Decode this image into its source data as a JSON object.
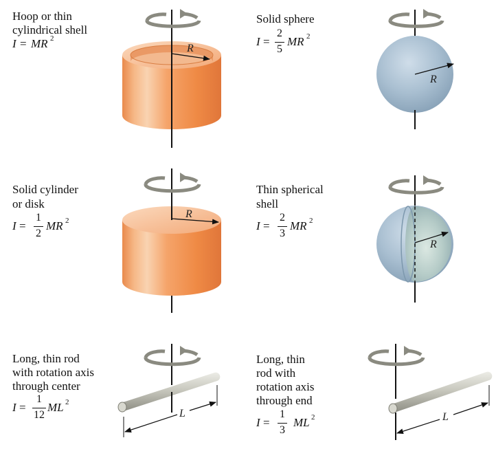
{
  "panels": [
    {
      "lines": [
        "Hoop or thin",
        "cylindrical shell"
      ],
      "formula": {
        "lhs": "I",
        "eq": "=",
        "coef": "",
        "body": "MR",
        "exp": "2"
      },
      "label": "R"
    },
    {
      "lines": [
        "Solid sphere"
      ],
      "formula": {
        "lhs": "I",
        "eq": "=",
        "num": "2",
        "den": "5",
        "body": "MR",
        "exp": "2"
      },
      "label": "R"
    },
    {
      "lines": [
        "Solid cylinder",
        "or disk"
      ],
      "formula": {
        "lhs": "I",
        "eq": "=",
        "num": "1",
        "den": "2",
        "body": "MR",
        "exp": "2"
      },
      "label": "R"
    },
    {
      "lines": [
        "Thin spherical",
        "shell"
      ],
      "formula": {
        "lhs": "I",
        "eq": "=",
        "num": "2",
        "den": "3",
        "body": "MR",
        "exp": "2"
      },
      "label": "R"
    },
    {
      "lines": [
        "Long, thin rod",
        "with rotation axis",
        "through center"
      ],
      "formula": {
        "lhs": "I",
        "eq": "=",
        "num": "1",
        "den": "12",
        "body": "ML",
        "exp": "2"
      },
      "label": "L"
    },
    {
      "lines": [
        "Long, thin",
        "rod with",
        "rotation axis",
        "through end"
      ],
      "formula": {
        "lhs": "I",
        "eq": "=",
        "num": "1",
        "den": "3",
        "body": "ML",
        "exp": "2"
      },
      "label": "L"
    }
  ],
  "colors": {
    "cylinder_light": "#f9c99f",
    "cylinder_mid": "#f2924f",
    "cylinder_dark": "#e2793a",
    "sphere_light": "#c3d5e3",
    "sphere_mid": "#9fb7ca",
    "sphere_dark": "#7f9bb1",
    "rod": "#b4b4aa",
    "arrow": "#8a8a80",
    "axis": "#111111"
  },
  "icons": [
    "rotation-arrow-icon"
  ]
}
